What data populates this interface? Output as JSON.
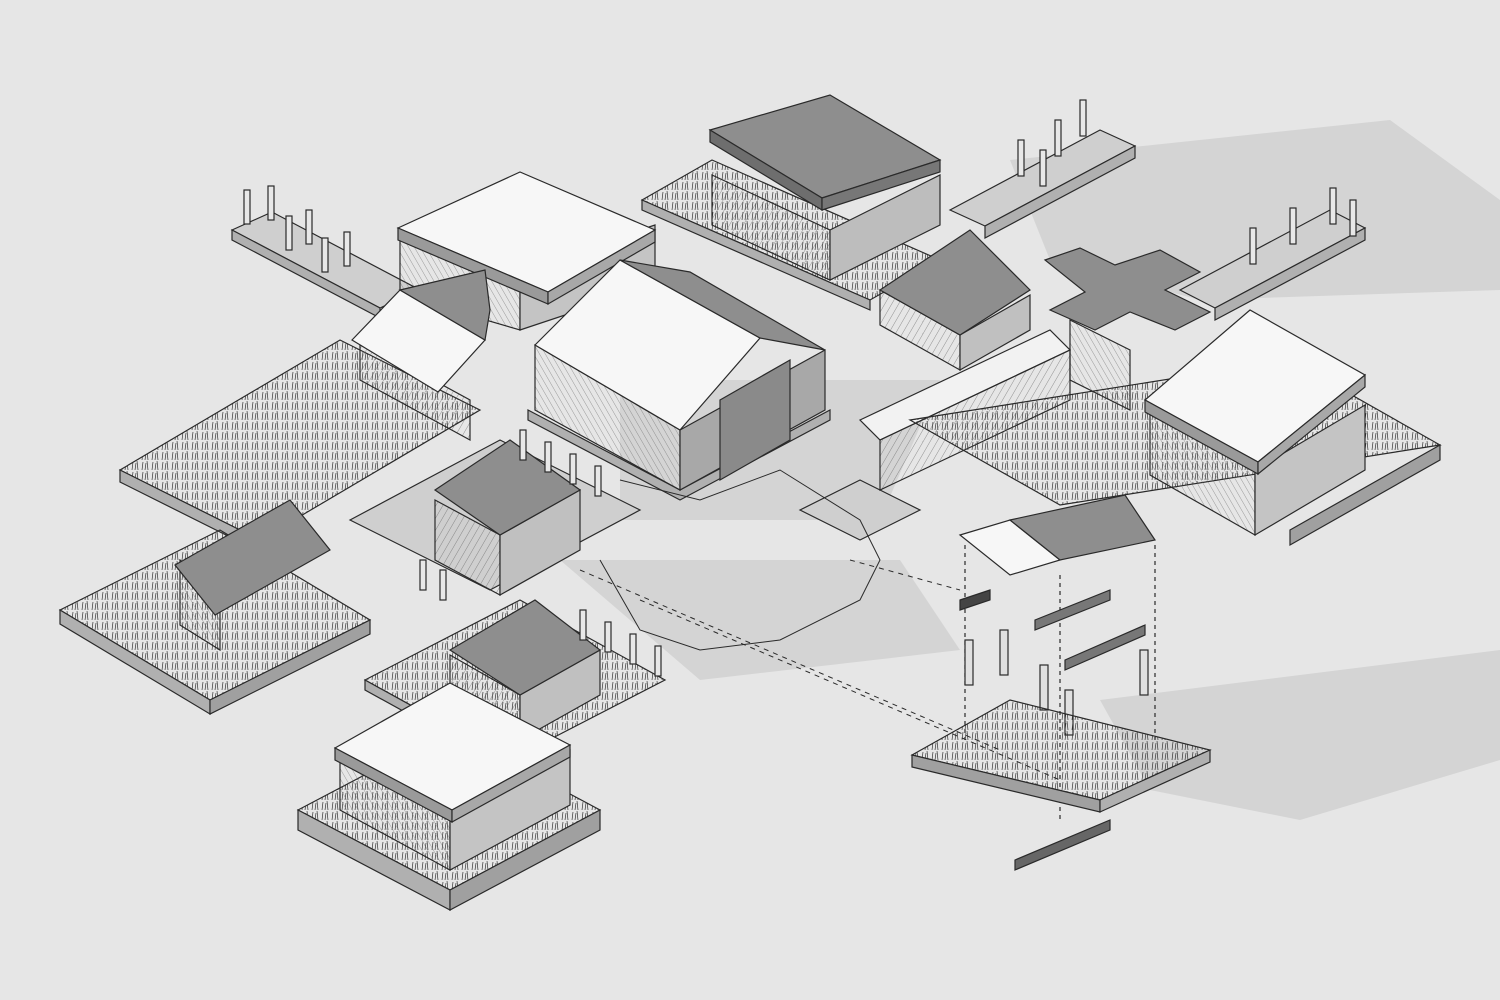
{
  "diagram": {
    "kind": "isometric-axonometric",
    "style": "monochrome line drawing",
    "labels": [],
    "components": [
      "pavilion-gable-central",
      "pavilion-flat-north",
      "pavilion-flat-northwest",
      "pavilion-gable-west",
      "pavilion-gable-inner",
      "pavilion-gable-southwest",
      "pavilion-gable-south",
      "pavilion-flat-south",
      "pavilion-flat-east",
      "pavilion-gable-northeast",
      "cross-pavilion",
      "walkway-northwest",
      "walkway-northeast",
      "walkway-east",
      "walkway-south",
      "exploded-module"
    ]
  },
  "colors": {
    "background": "#e6e6e6",
    "roof_light": "#f7f7f7",
    "roof_dark": "#8e8e8e",
    "wall": "#b8b8b8",
    "deck": "#cfcfcf",
    "line": "#2a2a2a",
    "shadow": "#cdcdcd"
  }
}
